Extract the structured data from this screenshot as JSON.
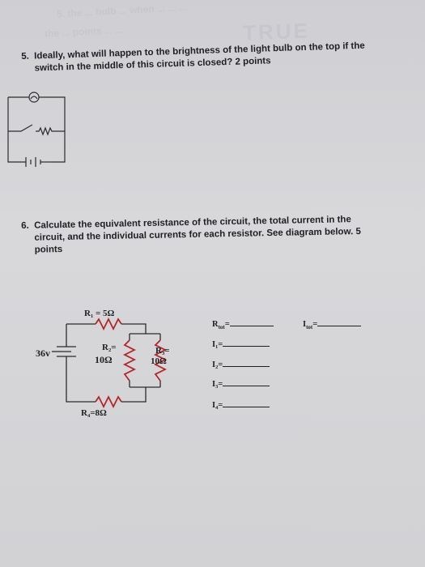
{
  "bleed_through": {
    "line1": "5. the ... bulb ... when ... ... ...",
    "line2": "TRUE",
    "line3": "the ... points ... ..."
  },
  "question5": {
    "number": "5.",
    "line1": "Ideally, what will happen to the brightness of the light bulb on the top if the",
    "line2": "switch in the middle of this circuit is closed? 2 points"
  },
  "question6": {
    "number": "6.",
    "line1": "Calculate the equivalent resistance of the circuit, the total current in the",
    "line2": "circuit, and the individual currents for each resistor. See diagram below. 5",
    "line3": "points"
  },
  "diagram6": {
    "r1": "R₁ = 5Ω",
    "r2_top": "R₂=",
    "r2_val": "10Ω",
    "r3_top": "R₃=",
    "r3_val": "10Ω",
    "r4": "R₄=8Ω",
    "battery": "36v"
  },
  "answers": {
    "rtot": "R",
    "rtot_sub": "tot",
    "itot": "I",
    "itot_sub": "tot",
    "eq": "=",
    "i1": "I₁=",
    "i2": "I₂=",
    "i3": "I₃=",
    "i4": "I₄="
  },
  "colors": {
    "resistor": "#b3242b",
    "ink": "#1f1f24",
    "paper": "#d5d5d8"
  }
}
